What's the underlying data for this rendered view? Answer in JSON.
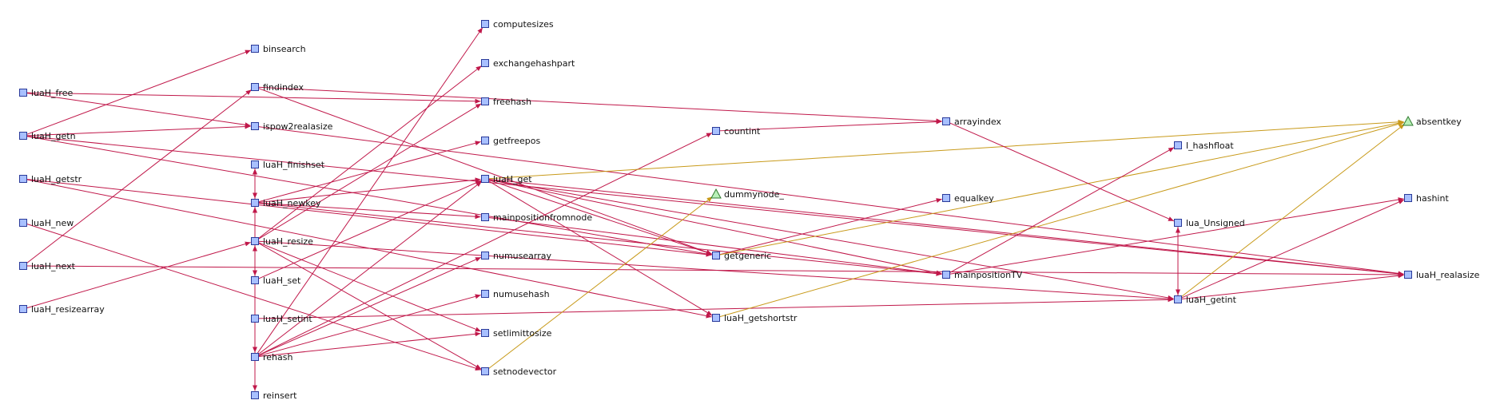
{
  "colors": {
    "edge_call": "#c0184a",
    "edge_data": "#c89a1a",
    "node_fill": "#a8c0ff",
    "external_fill": "#b8f0b8"
  },
  "nodes": [
    {
      "id": "luaH_free",
      "label": "luaH_free",
      "shape": "square"
    },
    {
      "id": "luaH_getn",
      "label": "luaH_getn",
      "shape": "square"
    },
    {
      "id": "luaH_getstr",
      "label": "luaH_getstr",
      "shape": "square"
    },
    {
      "id": "luaH_new",
      "label": "luaH_new",
      "shape": "square"
    },
    {
      "id": "luaH_next",
      "label": "luaH_next",
      "shape": "square"
    },
    {
      "id": "luaH_resizearray",
      "label": "luaH_resizearray",
      "shape": "square"
    },
    {
      "id": "binsearch",
      "label": "binsearch",
      "shape": "square"
    },
    {
      "id": "findindex",
      "label": "findindex",
      "shape": "square"
    },
    {
      "id": "ispow2realasize",
      "label": "ispow2realasize",
      "shape": "square"
    },
    {
      "id": "luaH_finishset",
      "label": "luaH_finishset",
      "shape": "square"
    },
    {
      "id": "luaH_newkey",
      "label": "luaH_newkey",
      "shape": "square"
    },
    {
      "id": "luaH_resize",
      "label": "luaH_resize",
      "shape": "square"
    },
    {
      "id": "luaH_set",
      "label": "luaH_set",
      "shape": "square"
    },
    {
      "id": "luaH_setint",
      "label": "luaH_setint",
      "shape": "square"
    },
    {
      "id": "rehash",
      "label": "rehash",
      "shape": "square"
    },
    {
      "id": "reinsert",
      "label": "reinsert",
      "shape": "square"
    },
    {
      "id": "computesizes",
      "label": "computesizes",
      "shape": "square"
    },
    {
      "id": "exchangehashpart",
      "label": "exchangehashpart",
      "shape": "square"
    },
    {
      "id": "freehash",
      "label": "freehash",
      "shape": "square"
    },
    {
      "id": "getfreepos",
      "label": "getfreepos",
      "shape": "square"
    },
    {
      "id": "luaH_get",
      "label": "luaH_get",
      "shape": "square"
    },
    {
      "id": "mainpositionfromnode",
      "label": "mainpositionfromnode",
      "shape": "square"
    },
    {
      "id": "numusearray",
      "label": "numusearray",
      "shape": "square"
    },
    {
      "id": "numusehash",
      "label": "numusehash",
      "shape": "square"
    },
    {
      "id": "setlimittosize",
      "label": "setlimittosize",
      "shape": "square"
    },
    {
      "id": "setnodevector",
      "label": "setnodevector",
      "shape": "square"
    },
    {
      "id": "countint",
      "label": "countint",
      "shape": "square"
    },
    {
      "id": "dummynode_",
      "label": "dummynode_",
      "shape": "triangle"
    },
    {
      "id": "getgeneric",
      "label": "getgeneric",
      "shape": "square"
    },
    {
      "id": "luaH_getshortstr",
      "label": "luaH_getshortstr",
      "shape": "square"
    },
    {
      "id": "arrayindex",
      "label": "arrayindex",
      "shape": "square"
    },
    {
      "id": "equalkey",
      "label": "equalkey",
      "shape": "square"
    },
    {
      "id": "mainpositionTV",
      "label": "mainpositionTV",
      "shape": "square"
    },
    {
      "id": "l_hashfloat",
      "label": "l_hashfloat",
      "shape": "square"
    },
    {
      "id": "lua_Unsigned",
      "label": "lua_Unsigned",
      "shape": "square"
    },
    {
      "id": "luaH_getint",
      "label": "luaH_getint",
      "shape": "square"
    },
    {
      "id": "absentkey",
      "label": "absentkey",
      "shape": "triangle"
    },
    {
      "id": "hashint",
      "label": "hashint",
      "shape": "square"
    },
    {
      "id": "luaH_realasize",
      "label": "luaH_realasize",
      "shape": "square"
    }
  ],
  "edges": [
    {
      "from": "luaH_free",
      "to": "freehash",
      "kind": "call"
    },
    {
      "from": "luaH_free",
      "to": "ispow2realasize",
      "kind": "call"
    },
    {
      "from": "luaH_getn",
      "to": "binsearch",
      "kind": "call"
    },
    {
      "from": "luaH_getn",
      "to": "ispow2realasize",
      "kind": "call"
    },
    {
      "from": "luaH_getn",
      "to": "luaH_realasize",
      "kind": "call"
    },
    {
      "from": "luaH_getn",
      "to": "getgeneric",
      "kind": "call"
    },
    {
      "from": "luaH_getstr",
      "to": "luaH_getshortstr",
      "kind": "call"
    },
    {
      "from": "luaH_getstr",
      "to": "getgeneric",
      "kind": "call"
    },
    {
      "from": "luaH_new",
      "to": "setnodevector",
      "kind": "call"
    },
    {
      "from": "luaH_next",
      "to": "findindex",
      "kind": "call"
    },
    {
      "from": "luaH_next",
      "to": "luaH_realasize",
      "kind": "call"
    },
    {
      "from": "luaH_resizearray",
      "to": "luaH_resize",
      "kind": "call"
    },
    {
      "from": "findindex",
      "to": "arrayindex",
      "kind": "call"
    },
    {
      "from": "findindex",
      "to": "getgeneric",
      "kind": "call"
    },
    {
      "from": "ispow2realasize",
      "to": "luaH_realasize",
      "kind": "call"
    },
    {
      "from": "luaH_finishset",
      "to": "luaH_newkey",
      "kind": "call"
    },
    {
      "from": "luaH_newkey",
      "to": "luaH_finishset",
      "kind": "call"
    },
    {
      "from": "luaH_newkey",
      "to": "getfreepos",
      "kind": "call"
    },
    {
      "from": "luaH_newkey",
      "to": "mainpositionfromnode",
      "kind": "call"
    },
    {
      "from": "luaH_newkey",
      "to": "mainpositionTV",
      "kind": "call"
    },
    {
      "from": "luaH_newkey",
      "to": "luaH_set",
      "kind": "call"
    },
    {
      "from": "luaH_newkey",
      "to": "rehash",
      "kind": "call"
    },
    {
      "from": "luaH_newkey",
      "to": "luaH_get",
      "kind": "call"
    },
    {
      "from": "luaH_resize",
      "to": "luaH_newkey",
      "kind": "call"
    },
    {
      "from": "luaH_resize",
      "to": "exchangehashpart",
      "kind": "call"
    },
    {
      "from": "luaH_resize",
      "to": "freehash",
      "kind": "call"
    },
    {
      "from": "luaH_resize",
      "to": "setlimittosize",
      "kind": "call"
    },
    {
      "from": "luaH_resize",
      "to": "setnodevector",
      "kind": "call"
    },
    {
      "from": "luaH_resize",
      "to": "luaH_getint",
      "kind": "call"
    },
    {
      "from": "luaH_resize",
      "to": "reinsert",
      "kind": "call"
    },
    {
      "from": "luaH_set",
      "to": "luaH_finishset",
      "kind": "call"
    },
    {
      "from": "luaH_set",
      "to": "luaH_get",
      "kind": "call"
    },
    {
      "from": "luaH_setint",
      "to": "luaH_newkey",
      "kind": "call"
    },
    {
      "from": "luaH_setint",
      "to": "luaH_getint",
      "kind": "call"
    },
    {
      "from": "rehash",
      "to": "luaH_resize",
      "kind": "call"
    },
    {
      "from": "rehash",
      "to": "computesizes",
      "kind": "call"
    },
    {
      "from": "rehash",
      "to": "countint",
      "kind": "call"
    },
    {
      "from": "rehash",
      "to": "numusearray",
      "kind": "call"
    },
    {
      "from": "rehash",
      "to": "numusehash",
      "kind": "call"
    },
    {
      "from": "rehash",
      "to": "setlimittosize",
      "kind": "call"
    },
    {
      "from": "rehash",
      "to": "luaH_get",
      "kind": "call"
    },
    {
      "from": "luaH_get",
      "to": "absentkey",
      "kind": "data"
    },
    {
      "from": "luaH_get",
      "to": "getgeneric",
      "kind": "call"
    },
    {
      "from": "luaH_get",
      "to": "luaH_getshortstr",
      "kind": "call"
    },
    {
      "from": "luaH_get",
      "to": "luaH_getint",
      "kind": "call"
    },
    {
      "from": "luaH_get",
      "to": "mainpositionTV",
      "kind": "call"
    },
    {
      "from": "luaH_get",
      "to": "luaH_realasize",
      "kind": "call"
    },
    {
      "from": "mainpositionfromnode",
      "to": "mainpositionTV",
      "kind": "call"
    },
    {
      "from": "setnodevector",
      "to": "dummynode_",
      "kind": "data"
    },
    {
      "from": "countint",
      "to": "arrayindex",
      "kind": "call"
    },
    {
      "from": "getgeneric",
      "to": "equalkey",
      "kind": "call"
    },
    {
      "from": "getgeneric",
      "to": "absentkey",
      "kind": "data"
    },
    {
      "from": "luaH_getshortstr",
      "to": "absentkey",
      "kind": "data"
    },
    {
      "from": "arrayindex",
      "to": "lua_Unsigned",
      "kind": "call"
    },
    {
      "from": "mainpositionTV",
      "to": "l_hashfloat",
      "kind": "call"
    },
    {
      "from": "mainpositionTV",
      "to": "hashint",
      "kind": "call"
    },
    {
      "from": "lua_Unsigned",
      "to": "luaH_getint",
      "kind": "call"
    },
    {
      "from": "luaH_getint",
      "to": "lua_Unsigned",
      "kind": "call"
    },
    {
      "from": "luaH_getint",
      "to": "absentkey",
      "kind": "data"
    },
    {
      "from": "luaH_getint",
      "to": "hashint",
      "kind": "call"
    },
    {
      "from": "luaH_getint",
      "to": "luaH_realasize",
      "kind": "call"
    }
  ]
}
